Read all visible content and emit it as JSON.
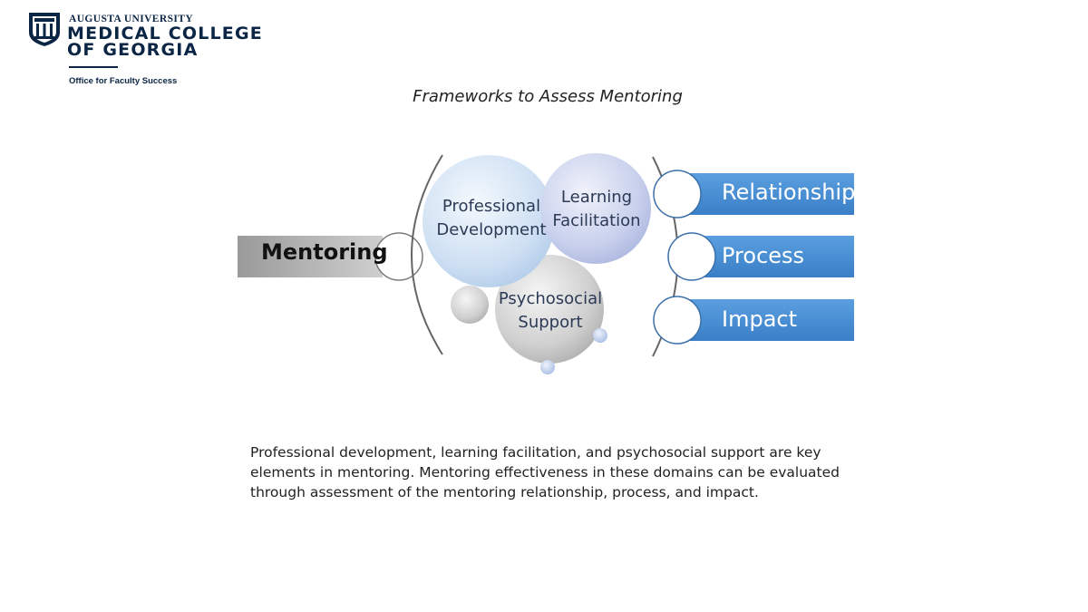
{
  "header": {
    "university": "AUGUSTA UNIVERSITY",
    "college": "MEDICAL COLLEGE\nOF GEORGIA",
    "office": "Office for Faculty Success"
  },
  "title": "Frameworks to Assess Mentoring",
  "diagram": {
    "source": "Mentoring",
    "elements": {
      "professional_development": "Professional\nDevelopment",
      "learning_facilitation": "Learning\nFacilitation",
      "psychosocial_support": "Psychosocial\nSupport"
    },
    "outcomes": [
      "Relationship",
      "Process",
      "Impact"
    ]
  },
  "caption": "Professional development, learning facilitation, and psychosocial support are key elements in mentoring. Mentoring effectiveness in these domains can be evaluated through assessment of the mentoring relationship, process, and impact.",
  "colors": {
    "navy": "#0b2545",
    "outcome_blue": "#4a8fd1",
    "mentoring_gray": "#8c8c8c"
  }
}
